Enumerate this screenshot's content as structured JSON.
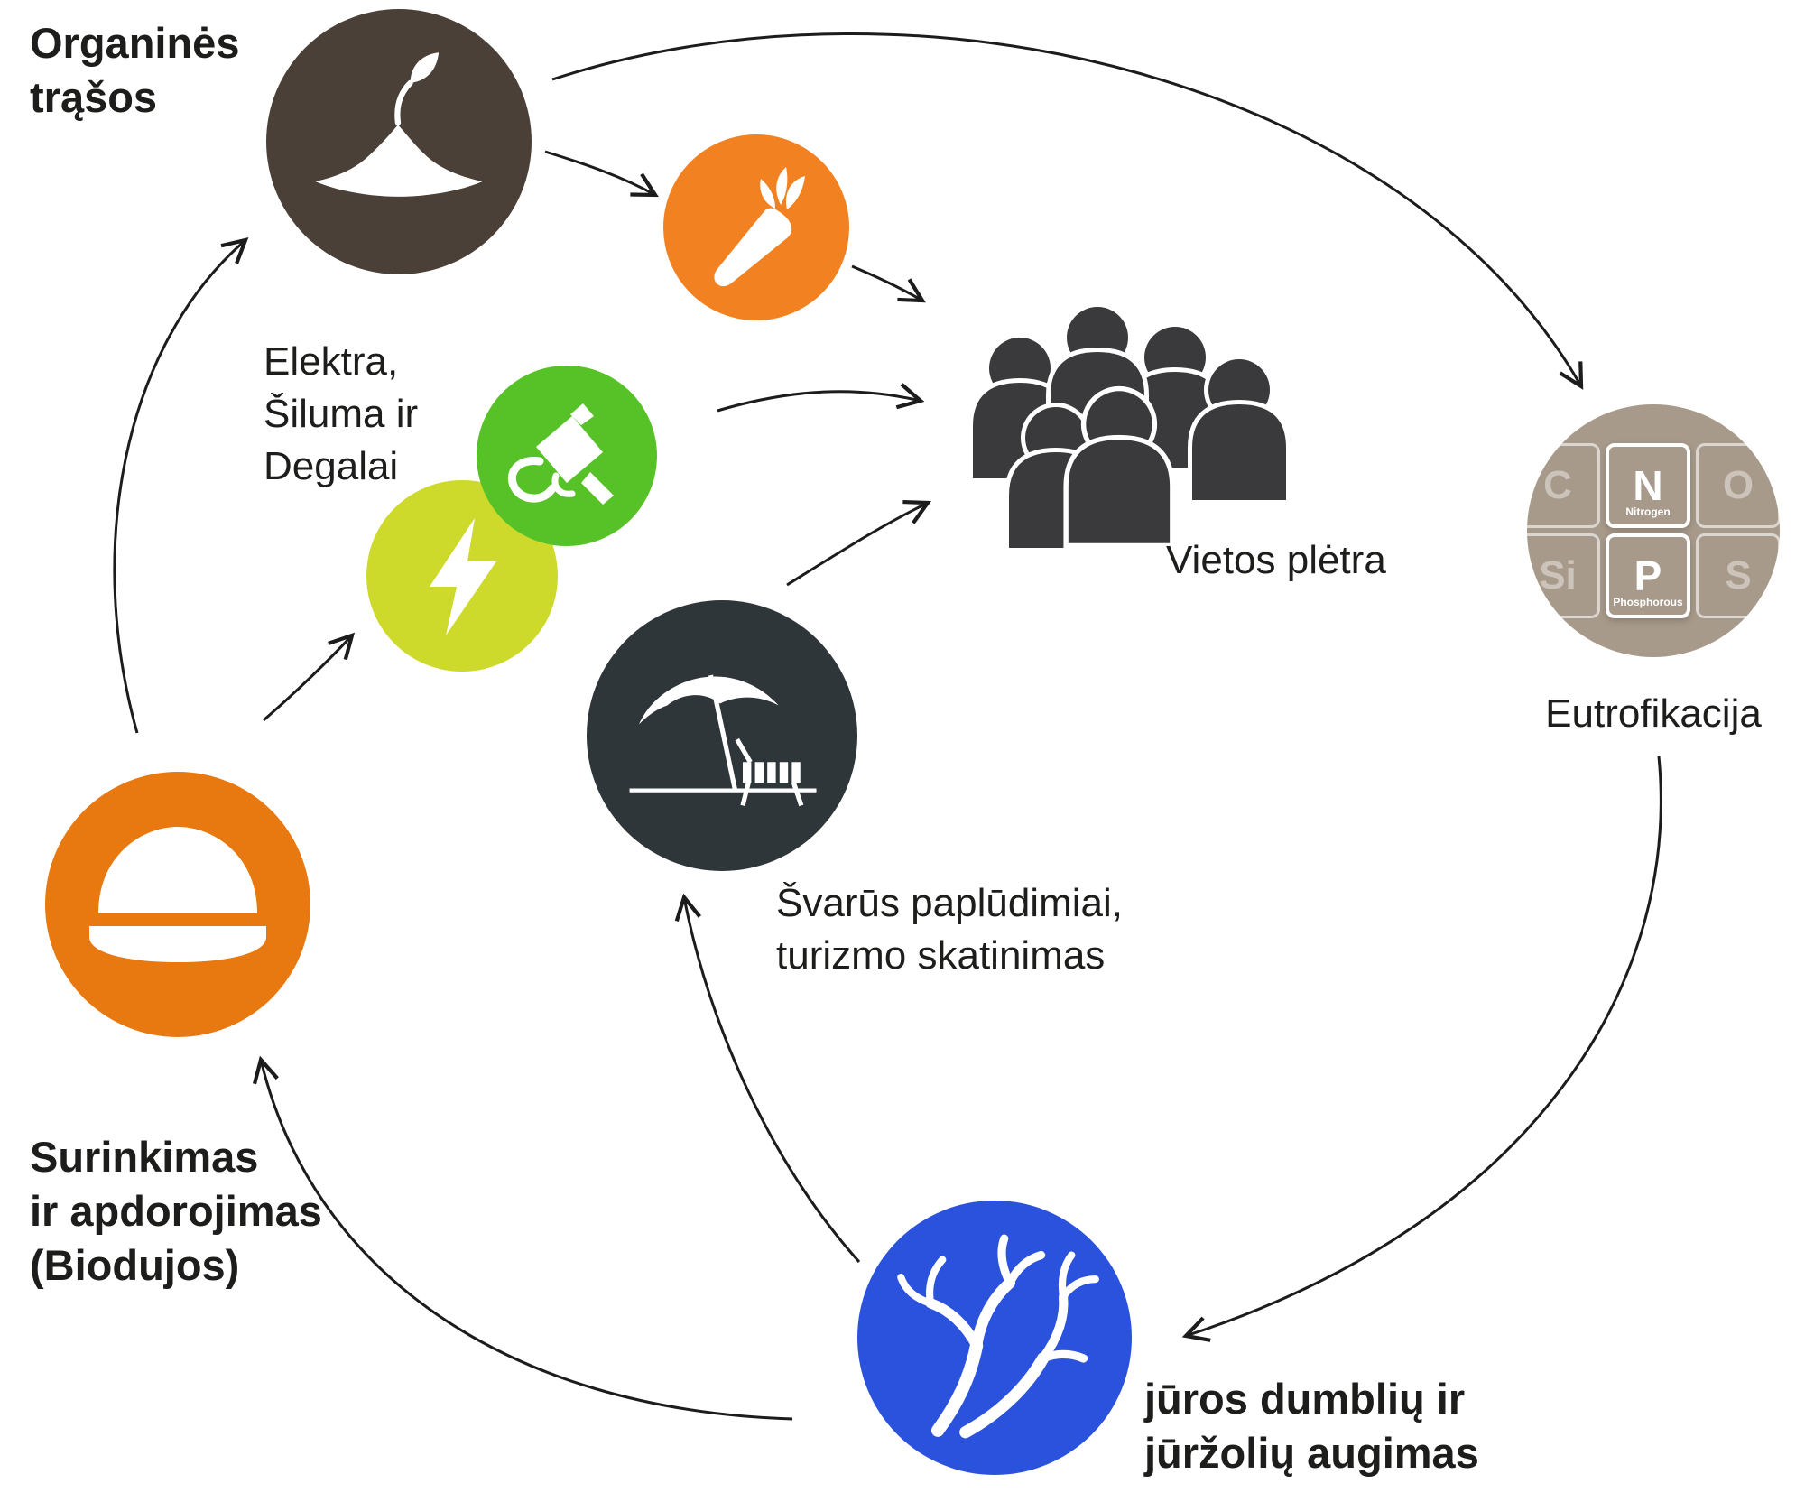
{
  "nodes": {
    "organic_fertilizer": {
      "label": "Organinės\ntrąšos",
      "color": "#4a4037"
    },
    "food": {
      "color": "#f28221"
    },
    "energy": {
      "label": "Elektra,\nŠiluma ir\nDegalai",
      "fuel_color": "#57c227",
      "electricity_color": "#cdd92b"
    },
    "local_development": {
      "label": "Vietos plėtra",
      "color": "#3a3a3c"
    },
    "eutrophication": {
      "label": "Eutrofikacija",
      "color": "#a79a8a",
      "elements": [
        {
          "symbol": "C"
        },
        {
          "symbol": "N",
          "name": "Nitrogen"
        },
        {
          "symbol": "O"
        },
        {
          "symbol": "Si"
        },
        {
          "symbol": "P",
          "name": "Phosphorous"
        },
        {
          "symbol": "S"
        }
      ]
    },
    "tourism": {
      "label": "Švarūs paplūdimiai,\nturizmo skatinimas",
      "color": "#2f363a"
    },
    "biogas": {
      "label": "Surinkimas\nir apdorojimas\n(Biodujos)",
      "color": "#e87911"
    },
    "seaweed": {
      "label": "jūros dumblių ir\njūržolių augimas",
      "color": "#2b52dc"
    }
  }
}
